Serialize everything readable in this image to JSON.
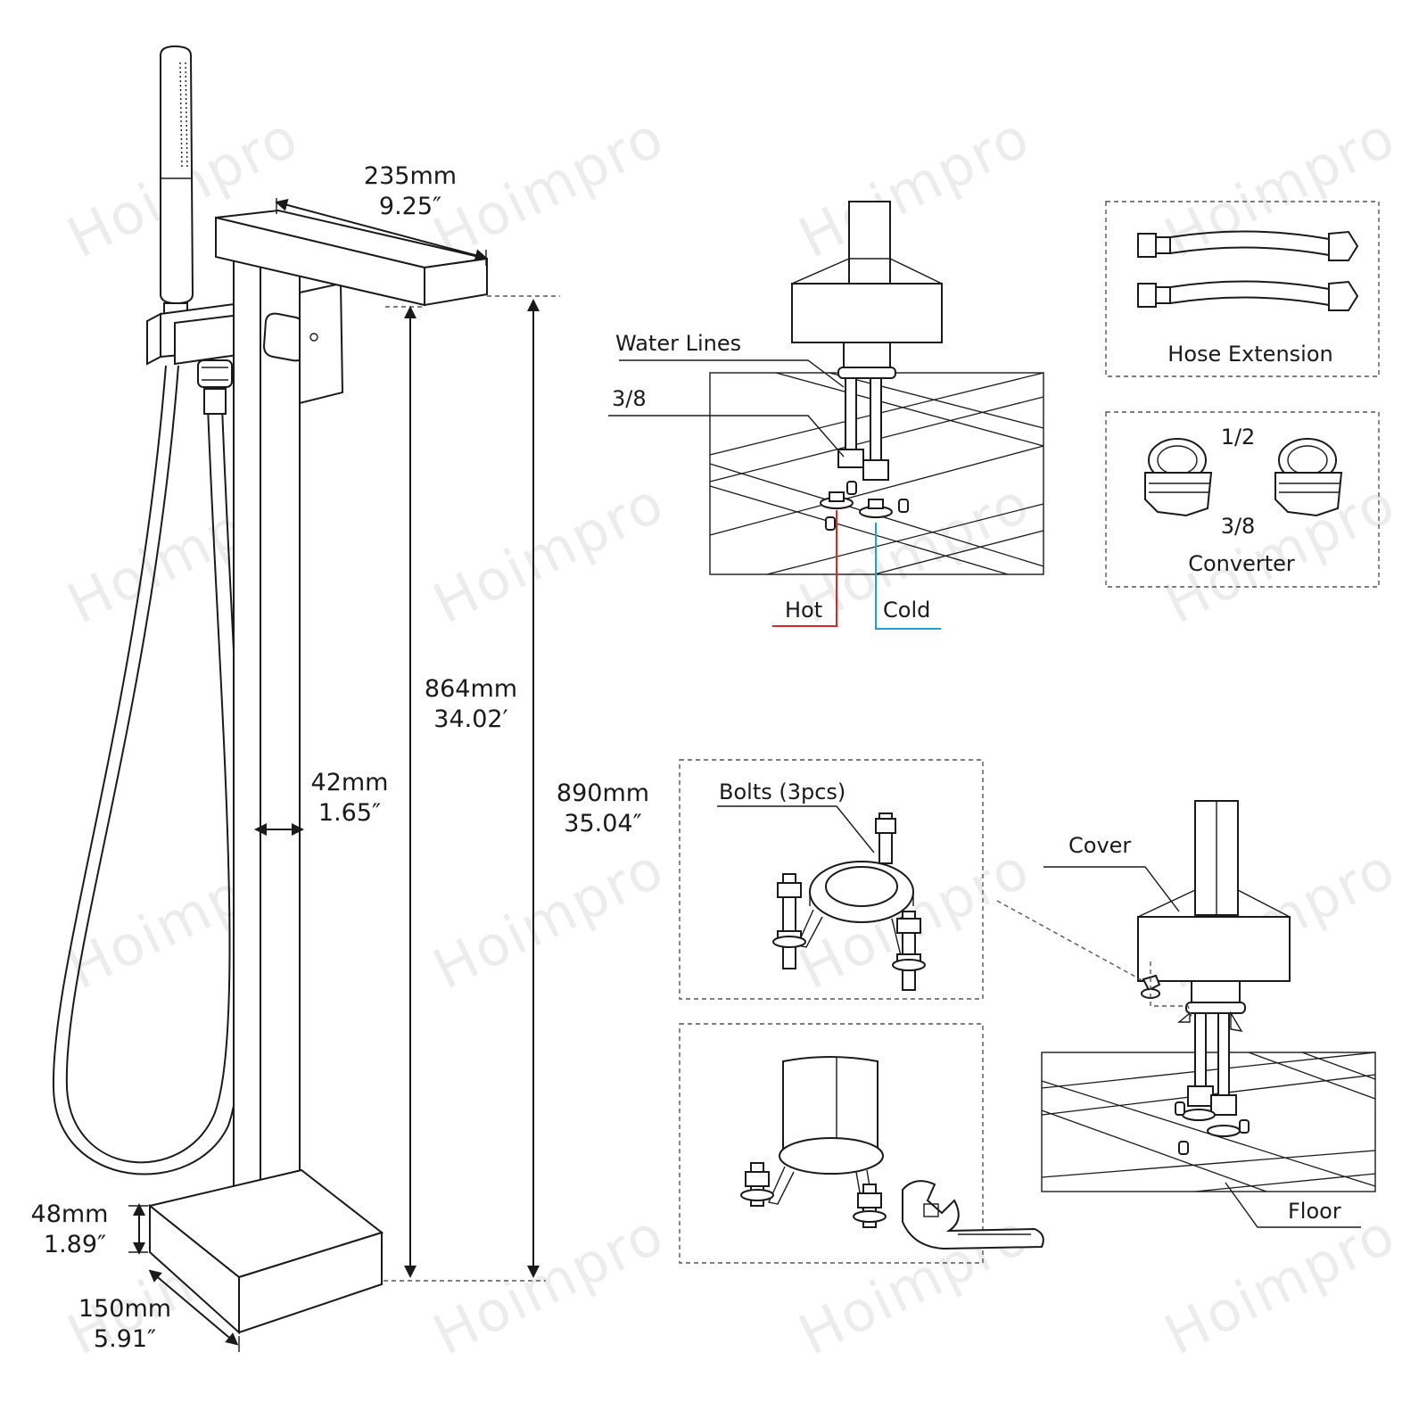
{
  "watermark": "Hoimpro",
  "dimensions": {
    "spout_length": {
      "mm": "235mm",
      "in": "9.25″"
    },
    "spout_height": {
      "mm": "864mm",
      "in": "34.02′"
    },
    "total_height": {
      "mm": "890mm",
      "in": "35.04″"
    },
    "pipe_width": {
      "mm": "42mm",
      "in": "1.65″"
    },
    "base_height": {
      "mm": "48mm",
      "in": "1.89″"
    },
    "base_width": {
      "mm": "150mm",
      "in": "5.91″"
    }
  },
  "water_panel": {
    "water_lines": "Water Lines",
    "size_38": "3/8",
    "hot": "Hot",
    "cold": "Cold",
    "hot_color": "#d9262c",
    "cold_color": "#1aa3d0"
  },
  "hose_box": {
    "label": "Hose Extension"
  },
  "converter_box": {
    "top": "1/2",
    "bottom": "3/8",
    "label": "Converter"
  },
  "bolts_box": {
    "label": "Bolts (3pcs)"
  },
  "cover_panel": {
    "cover": "Cover",
    "floor": "Floor"
  }
}
